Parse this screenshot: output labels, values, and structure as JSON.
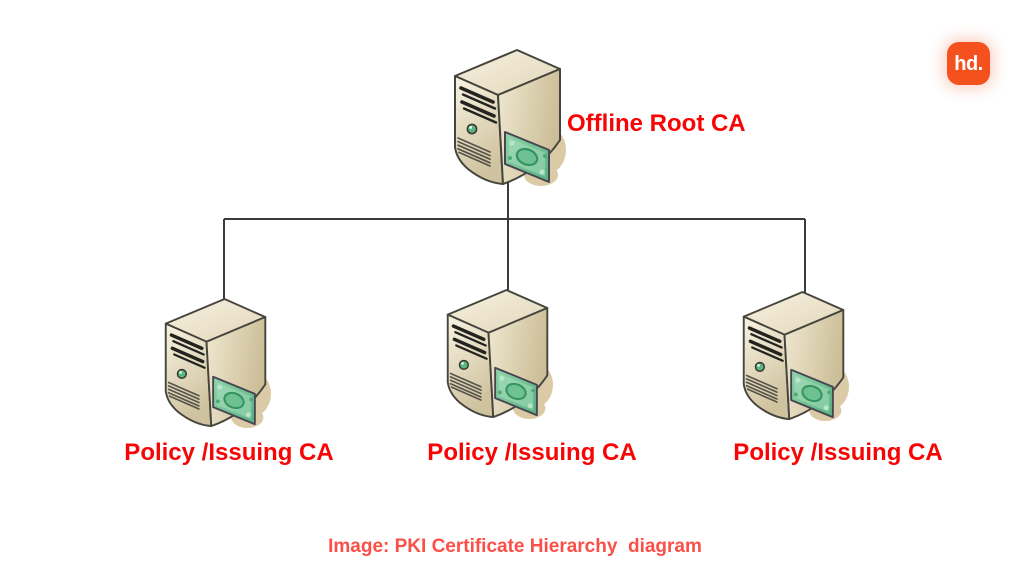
{
  "diagram": {
    "root_label": "Offline Root CA",
    "child_labels": [
      "Policy /Issuing CA",
      "Policy /Issuing CA",
      "Policy /Issuing CA"
    ],
    "caption": "Image: PKI Certificate Hierarchy  diagram",
    "icon_semantics": "server-tower-with-certificate-note-icon",
    "label_color": "#f70505",
    "caption_color": "#fb4f48",
    "connector_line_color": "#3a3a3a"
  },
  "logo": {
    "text": "hd.",
    "bg_color": "#f4511e",
    "text_color": "#ffffff"
  }
}
